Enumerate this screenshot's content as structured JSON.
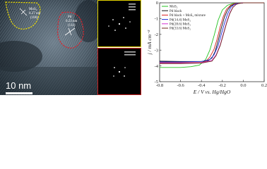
{
  "tem": {
    "scale_bar": "10 nm",
    "mos2_label": {
      "name": "MoS",
      "sub": "2",
      "spacing": "0.27 nm",
      "plane": "(100)"
    },
    "pd_label": {
      "name": "Pd",
      "spacing": "0.23 nm",
      "plane": "(111)"
    }
  },
  "colors": {
    "mos2_outline": "#f2e100",
    "pd_outline": "#e0202a",
    "fft_top_border": "#e2d200",
    "fft_bottom_border": "#c82020"
  },
  "chart_data": {
    "type": "line",
    "xlabel": "E / V vs. Hg/HgO",
    "ylabel": "j / mA cm⁻²",
    "xlim": [
      -0.8,
      0.2
    ],
    "ylim": [
      -5,
      0
    ],
    "xticks": [
      "-0.8",
      "-0.6",
      "-0.4",
      "-0.2",
      "0.0",
      "0.2"
    ],
    "yticks": [
      "0",
      "-1",
      "-2",
      "-3",
      "-4",
      "-5"
    ],
    "legend_position": "top-left",
    "series": [
      {
        "name": "MoS₂",
        "color": "#22c21f",
        "x": [
          -0.8,
          -0.7,
          -0.6,
          -0.5,
          -0.42,
          -0.36,
          -0.32,
          -0.28,
          -0.24,
          -0.2,
          -0.15,
          -0.1,
          0.0,
          0.1,
          0.2
        ],
        "y": [
          -4.1,
          -4.1,
          -4.1,
          -4.05,
          -3.95,
          -3.6,
          -3.0,
          -2.1,
          -1.1,
          -0.45,
          -0.15,
          -0.05,
          0,
          0,
          0
        ]
      },
      {
        "name": "Pd black",
        "color": "#111111",
        "x": [
          -0.8,
          -0.6,
          -0.4,
          -0.34,
          -0.3,
          -0.27,
          -0.24,
          -0.21,
          -0.18,
          -0.15,
          -0.12,
          -0.08,
          0.0,
          0.1,
          0.2
        ],
        "y": [
          -3.7,
          -3.72,
          -3.72,
          -3.68,
          -3.5,
          -3.1,
          -2.4,
          -1.6,
          -0.9,
          -0.45,
          -0.2,
          -0.08,
          0,
          0,
          0
        ]
      },
      {
        "name": "Pd black + MoS₂ mixture",
        "color": "#d91b1b",
        "x": [
          -0.8,
          -0.6,
          -0.4,
          -0.36,
          -0.32,
          -0.28,
          -0.25,
          -0.22,
          -0.19,
          -0.16,
          -0.12,
          -0.08,
          0.0,
          0.1,
          0.2
        ],
        "y": [
          -3.8,
          -3.8,
          -3.78,
          -3.72,
          -3.45,
          -2.95,
          -2.3,
          -1.5,
          -0.85,
          -0.4,
          -0.15,
          -0.05,
          0,
          0,
          0
        ]
      },
      {
        "name": "Pd(14.4) MoS₂",
        "color": "#1b2bd9",
        "x": [
          -0.8,
          -0.6,
          -0.4,
          -0.32,
          -0.28,
          -0.24,
          -0.21,
          -0.18,
          -0.15,
          -0.12,
          -0.09,
          -0.06,
          0.0,
          0.1,
          0.2
        ],
        "y": [
          -3.75,
          -3.75,
          -3.72,
          -3.6,
          -3.3,
          -2.7,
          -2.0,
          -1.3,
          -0.7,
          -0.3,
          -0.12,
          -0.04,
          0,
          0,
          0
        ]
      },
      {
        "name": "Pd(28.6) MoS₂",
        "color": "#d62fd6",
        "x": [
          -0.8,
          -0.6,
          -0.4,
          -0.3,
          -0.26,
          -0.22,
          -0.19,
          -0.16,
          -0.13,
          -0.1,
          -0.07,
          -0.04,
          0.0,
          0.1,
          0.2
        ],
        "y": [
          -3.82,
          -3.82,
          -3.8,
          -3.65,
          -3.3,
          -2.65,
          -1.95,
          -1.25,
          -0.65,
          -0.28,
          -0.1,
          -0.03,
          0,
          0,
          0
        ]
      },
      {
        "name": "Pd(33.6) MoS₂",
        "color": "#6f2a1c",
        "x": [
          -0.8,
          -0.6,
          -0.4,
          -0.3,
          -0.26,
          -0.22,
          -0.19,
          -0.16,
          -0.13,
          -0.1,
          -0.07,
          -0.04,
          0.0,
          0.1,
          0.2
        ],
        "y": [
          -3.85,
          -3.85,
          -3.82,
          -3.7,
          -3.35,
          -2.7,
          -2.0,
          -1.3,
          -0.7,
          -0.3,
          -0.11,
          -0.03,
          0,
          0,
          0
        ]
      }
    ]
  }
}
